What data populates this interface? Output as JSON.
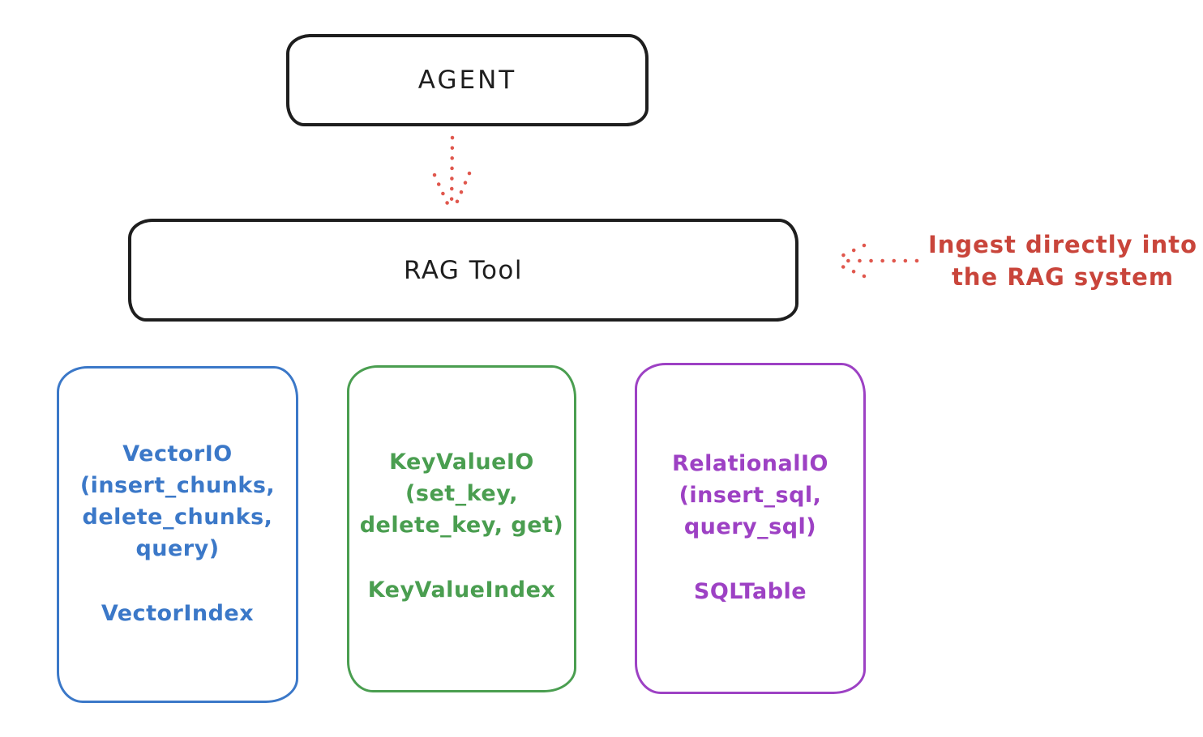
{
  "agent": {
    "label": "AGENT"
  },
  "rag_tool": {
    "label": "RAG Tool"
  },
  "annotation": {
    "line1": "Ingest directly into",
    "line2": "the RAG system",
    "color": "#c9453b"
  },
  "backends": [
    {
      "id": "vector-io",
      "color": "#3b78c8",
      "fn_lines": [
        "VectorIO",
        "(insert_chunks,",
        "delete_chunks,",
        "query)"
      ],
      "index": "VectorIndex"
    },
    {
      "id": "keyvalue-io",
      "color": "#4a9e50",
      "fn_lines": [
        "KeyValueIO",
        "(set_key,",
        "delete_key, get)"
      ],
      "index": "KeyValueIndex"
    },
    {
      "id": "relational-io",
      "color": "#9d41c4",
      "fn_lines": [
        "RelationalIO",
        "(insert_sql,",
        "query_sql)"
      ],
      "index": "SQLTable"
    }
  ],
  "colors": {
    "ink": "#1e1e1e",
    "arrow": "#e0574d",
    "background": "#ffffff"
  }
}
